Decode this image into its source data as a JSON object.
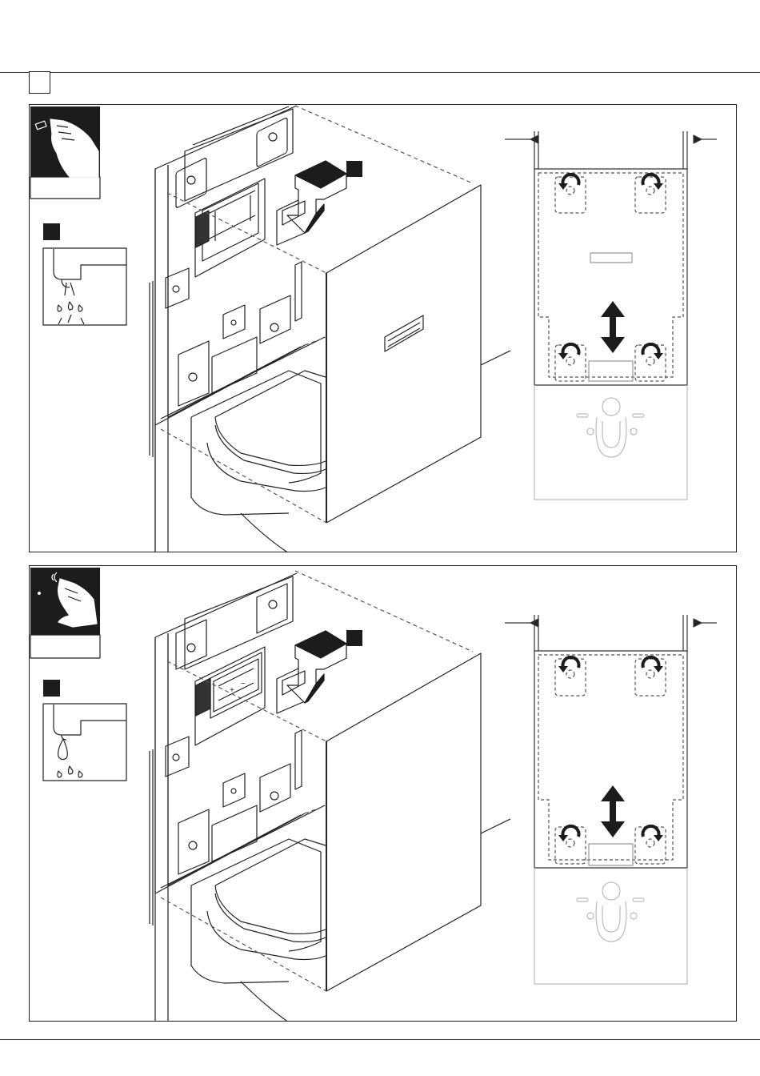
{
  "page": {
    "step_box_label": "",
    "panels": [
      {
        "id": "panel-1",
        "variant": "mechanical",
        "badge_a": "",
        "badge_b": ""
      },
      {
        "id": "panel-2",
        "variant": "sensor",
        "badge_a": "",
        "badge_b": ""
      }
    ]
  },
  "colors": {
    "line": "#222222",
    "dark_thumb": "#1c1c1c",
    "hidden": "#777777",
    "faint": "#b5b5b5"
  },
  "icons": [
    "hand-press-icon",
    "hand-wave-sensor-icon",
    "water-drops-icon",
    "rotate-arrow-icon",
    "double-arrow-icon",
    "down-arrow-icon"
  ]
}
